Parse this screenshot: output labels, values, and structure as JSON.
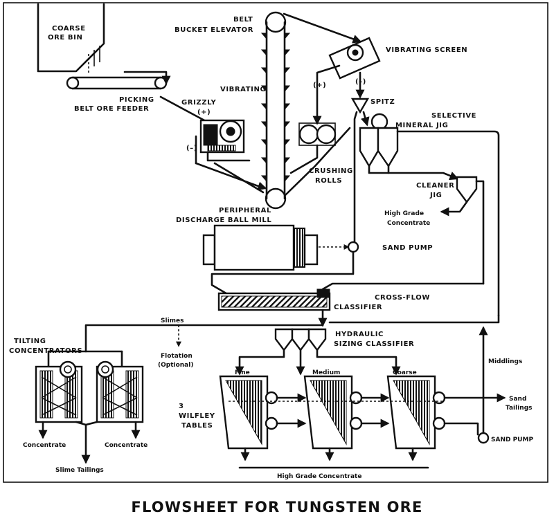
{
  "title": "FLOWSHEET FOR TUNGSTEN ORE",
  "labels": {
    "coarse_ore_bin": [
      "COARSE",
      "ORE BIN"
    ],
    "belt_bucket_elevator": [
      "BELT",
      "BUCKET ELEVATOR"
    ],
    "vibrating_screen": "VIBRATING SCREEN",
    "picking_belt_ore_feeder": [
      "PICKING",
      "BELT ORE FEEDER"
    ],
    "vibrating": "VIBRATING",
    "grizzly": "GRIZZLY",
    "grizzly_plus": "(+)",
    "grizzly_minus": "(–)",
    "screen_plus": "(+)",
    "screen_minus": "(–)",
    "spitz": "SPITZ",
    "selective_mineral_jig": [
      "SELECTIVE",
      "MINERAL JIG"
    ],
    "crushing_rolls": [
      "CRUSHING",
      "ROLLS"
    ],
    "cleaner_jig": [
      "CLEANER",
      "JIG"
    ],
    "high_grade_concentrate_jig": [
      "High Grade",
      "Concentrate"
    ],
    "ball_mill": [
      "PERIPHERAL",
      "DISCHARGE BALL MILL"
    ],
    "sand_pump_upper": "SAND PUMP",
    "cross_flow_classifier": [
      "CROSS-FLOW",
      "CLASSIFIER"
    ],
    "slimes": "Slimes",
    "hydraulic_sizing_classifier": [
      "HYDRAULIC",
      "SIZING CLASSIFIER"
    ],
    "tilting_concentrators": [
      "TILTING",
      "CONCENTRATORS"
    ],
    "flotation": [
      "Flotation",
      "(Optional)"
    ],
    "middlings": "Middlings",
    "fine": "Fine",
    "medium": "Medium",
    "coarse": "Coarse",
    "wilfley_tables": [
      "3",
      "WILFLEY",
      "TABLES"
    ],
    "sand_tailings": [
      "Sand",
      "Tailings"
    ],
    "sand_pump_lower": "SAND PUMP",
    "concentrate_left": "Concentrate",
    "concentrate_right": "Concentrate",
    "slime_tailings": "Slime Tailings",
    "high_grade_concentrate_bottom": "High Grade Concentrate"
  }
}
